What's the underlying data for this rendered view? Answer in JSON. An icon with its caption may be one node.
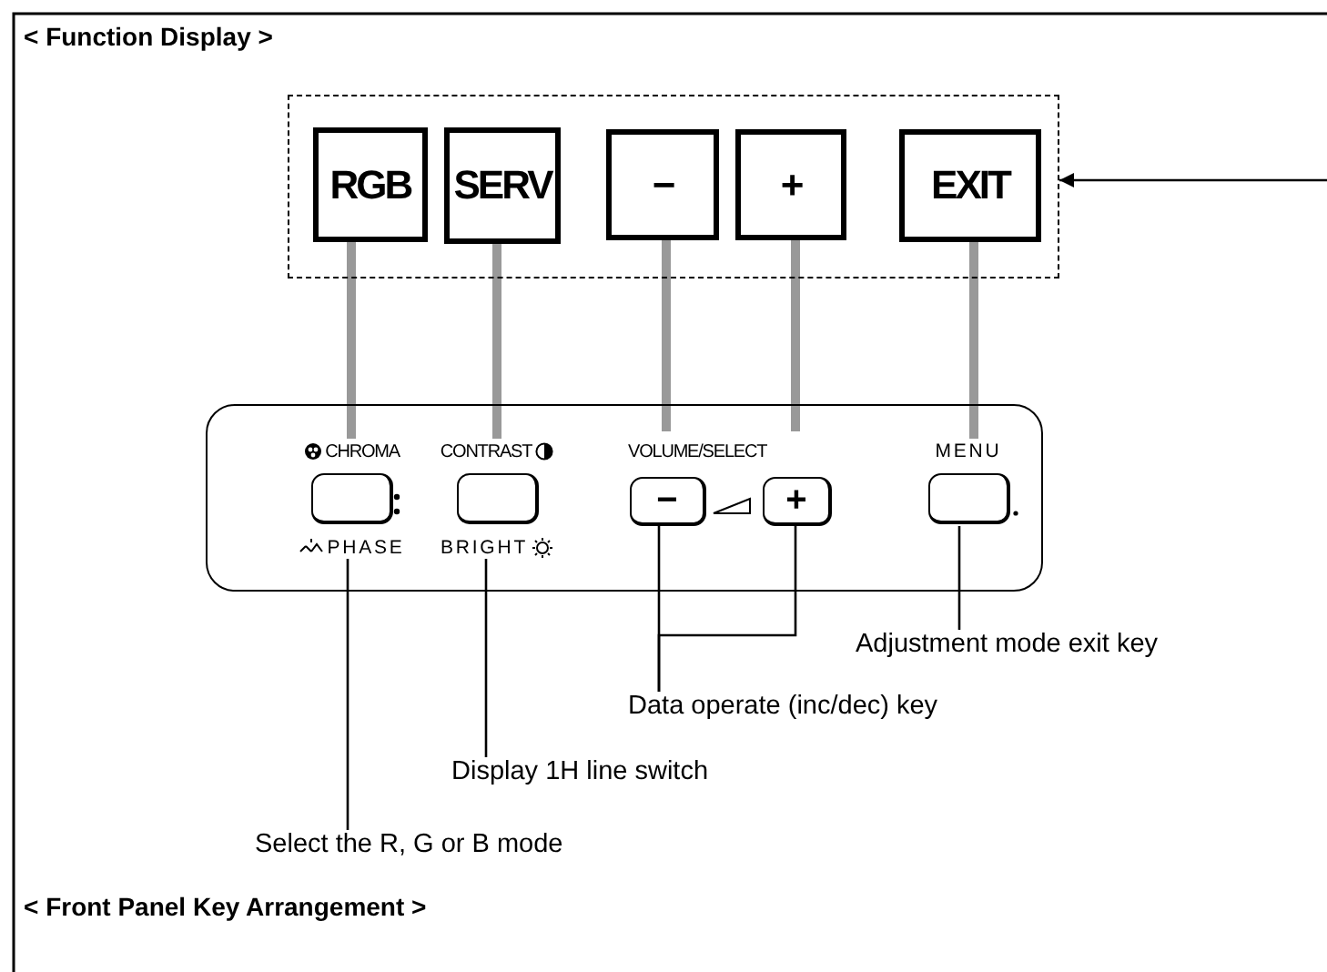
{
  "diagram": {
    "nodes": [
      {
        "text": [],
        "shape": "box"
      },
      {
        "text": [
          "RGB"
        ],
        "in": 0
      },
      {
        "text": [
          "SERV"
        ],
        "in": 0
      },
      {
        "text": [
          "−"
        ],
        "in": 0
      },
      {
        "text": [
          "+"
        ],
        "in": 0
      },
      {
        "text": [
          "EXIT"
        ],
        "in": 0
      },
      {
        "text": [],
        "shape": "box"
      },
      {
        "text": [
          "CHROMA",
          "PHASE"
        ],
        "in": 6
      },
      {
        "text": [
          "CONTRAST",
          "BRIGHT"
        ],
        "in": 6
      },
      {
        "text": [
          "−"
        ],
        "in": 6
      },
      {
        "text": [
          "+"
        ],
        "in": 6
      },
      {
        "text": [
          "MENU"
        ],
        "in": 6
      },
      {
        "text": [
          "Adjustment mode exit key"
        ]
      },
      {
        "text": [
          "Data operate (inc/dec) key"
        ]
      },
      {
        "text": [
          "Display 1H line switch"
        ]
      },
      {
        "text": [
          "Select the R, G or B mode"
        ]
      }
    ],
    "edges": [
      {
        "from": null,
        "to": 0,
        "arrow": "to"
      },
      {
        "from": 1,
        "to": 7,
        "arrow": "none",
        "style": "thick",
        "color": "#999999"
      },
      {
        "from": 2,
        "to": 8,
        "arrow": "none",
        "style": "thick",
        "color": "#999999"
      },
      {
        "from": 3,
        "to": 9,
        "arrow": "none",
        "style": "thick",
        "color": "#999999"
      },
      {
        "from": 4,
        "to": 10,
        "arrow": "none",
        "style": "thick",
        "color": "#999999"
      },
      {
        "from": 5,
        "to": 11,
        "arrow": "none",
        "style": "thick",
        "color": "#999999"
      },
      {
        "from": 15,
        "to": 7,
        "arrow": "none"
      },
      {
        "from": 14,
        "to": 8,
        "arrow": "none"
      },
      {
        "from": 13,
        "to": 9,
        "arrow": "none"
      },
      {
        "from": 13,
        "to": 10,
        "arrow": "none"
      },
      {
        "from": 12,
        "to": 11,
        "arrow": "none"
      }
    ],
    "labels": [
      "< Function Display >",
      "VOLUME/SELECT",
      "< Front Panel Key Arrangement >"
    ]
  }
}
